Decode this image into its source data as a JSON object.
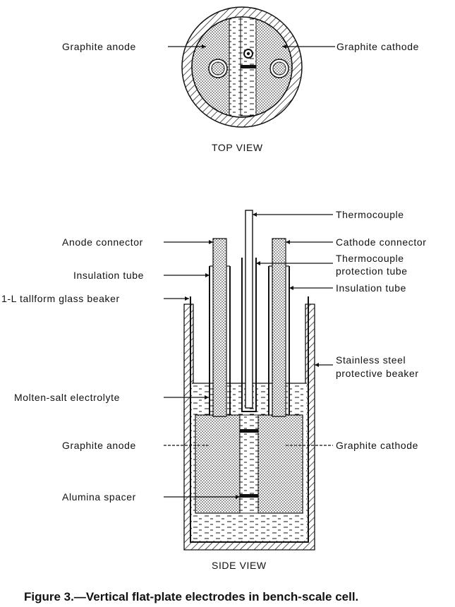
{
  "top_view": {
    "label_left": "Graphite anode",
    "label_right": "Graphite cathode",
    "title": "TOP VIEW"
  },
  "side_view": {
    "labels_left": {
      "anode_connector": "Anode connector",
      "insulation_tube": "Insulation tube",
      "beaker": "1-L tallform glass beaker",
      "electrolyte": "Molten-salt electrolyte",
      "graphite_anode": "Graphite anode",
      "alumina_spacer": "Alumina spacer"
    },
    "labels_right": {
      "thermocouple": "Thermocouple",
      "cathode_connector": "Cathode connector",
      "protection_tube_1": "Thermocouple",
      "protection_tube_2": "protection tube",
      "insulation_tube": "Insulation tube",
      "steel_beaker_1": "Stainless steel",
      "steel_beaker_2": "protective beaker",
      "graphite_cathode": "Graphite cathode"
    },
    "title": "SIDE VIEW"
  },
  "caption": "Figure 3.—Vertical flat-plate electrodes in bench-scale cell."
}
